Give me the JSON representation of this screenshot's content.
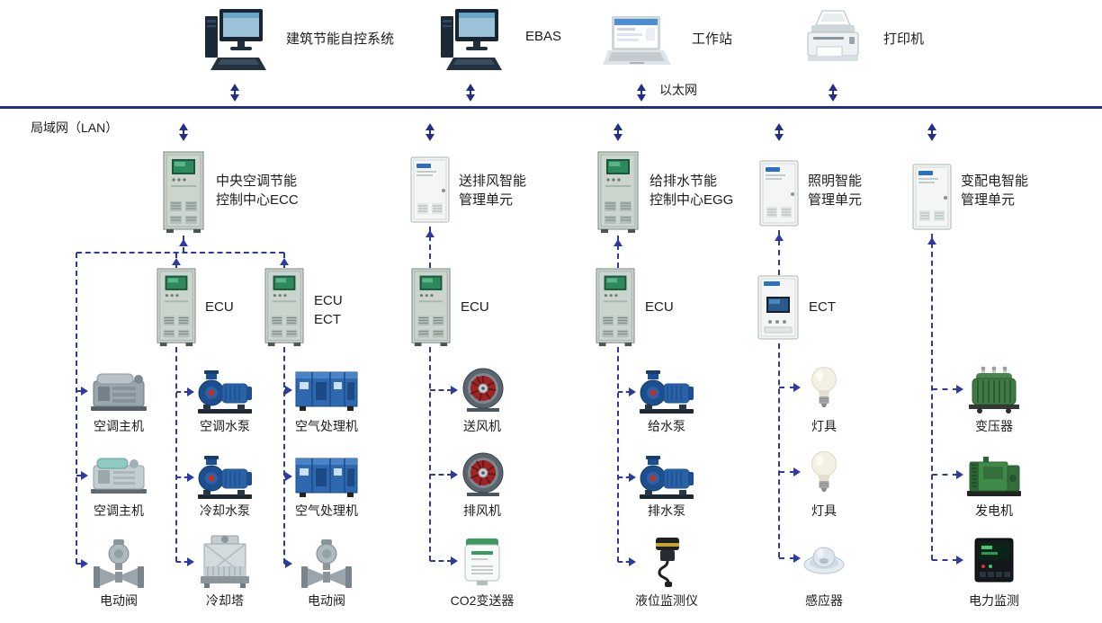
{
  "colors": {
    "lan_line": "#232e8c",
    "dashed_line": "#2d3aa0",
    "arrow": "#232e8c",
    "text": "#1c1c1c"
  },
  "network": {
    "lan_label": "局域网（LAN）",
    "ethernet_label": "以太网"
  },
  "top_devices": [
    {
      "label": "建筑节能自控系统",
      "icon": "desktop-computer-icon"
    },
    {
      "label": "EBAS",
      "icon": "desktop-computer-icon"
    },
    {
      "label": "工作站",
      "icon": "laptop-icon"
    },
    {
      "label": "打印机",
      "icon": "printer-icon"
    }
  ],
  "cabinets": [
    {
      "line1": "中央空调节能",
      "line2": "控制中心ECC",
      "icon": "control-cabinet-icon"
    },
    {
      "line1": "送排风智能",
      "line2": "管理单元",
      "icon": "wall-enclosure-icon"
    },
    {
      "line1": "给排水节能",
      "line2": "控制中心EGG",
      "icon": "control-cabinet-icon"
    },
    {
      "line1": "照明智能",
      "line2": "管理单元",
      "icon": "wall-enclosure-icon"
    },
    {
      "line1": "变配电智能",
      "line2": "管理单元",
      "icon": "wall-enclosure-icon"
    }
  ],
  "controllers": [
    {
      "line1": "ECU",
      "line2": "",
      "icon": "control-cabinet-icon"
    },
    {
      "line1": "ECU",
      "line2": "ECT",
      "icon": "control-cabinet-icon"
    },
    {
      "line1": "ECU",
      "line2": "",
      "icon": "control-cabinet-icon"
    },
    {
      "line1": "ECU",
      "line2": "",
      "icon": "control-cabinet-icon"
    },
    {
      "line1": "ECT",
      "line2": "",
      "icon": "wall-enclosure-screen-icon"
    }
  ],
  "equipment_columns": [
    {
      "items": [
        {
          "label": "空调主机",
          "icon": "chiller-icon"
        },
        {
          "label": "空调主机",
          "icon": "chiller-icon"
        },
        {
          "label": "电动阀",
          "icon": "motor-valve-icon"
        }
      ]
    },
    {
      "items": [
        {
          "label": "空调水泵",
          "icon": "water-pump-icon"
        },
        {
          "label": "冷却水泵",
          "icon": "water-pump-icon"
        },
        {
          "label": "冷却塔",
          "icon": "cooling-tower-icon"
        }
      ]
    },
    {
      "items": [
        {
          "label": "空气处理机",
          "icon": "air-handler-icon"
        },
        {
          "label": "空气处理机",
          "icon": "air-handler-icon"
        },
        {
          "label": "电动阀",
          "icon": "motor-valve-icon"
        }
      ]
    },
    {
      "items": [
        {
          "label": "送风机",
          "icon": "fan-icon"
        },
        {
          "label": "排风机",
          "icon": "fan-icon"
        },
        {
          "label": "CO2变送器",
          "icon": "co2-transmitter-icon"
        }
      ]
    },
    {
      "items": [
        {
          "label": "给水泵",
          "icon": "water-pump-icon"
        },
        {
          "label": "排水泵",
          "icon": "water-pump-icon"
        },
        {
          "label": "液位监测仪",
          "icon": "level-monitor-icon"
        }
      ]
    },
    {
      "items": [
        {
          "label": "灯具",
          "icon": "light-bulb-icon"
        },
        {
          "label": "灯具",
          "icon": "light-bulb-icon"
        },
        {
          "label": "感应器",
          "icon": "dome-sensor-icon"
        }
      ]
    },
    {
      "items": [
        {
          "label": "变压器",
          "icon": "transformer-icon"
        },
        {
          "label": "发电机",
          "icon": "generator-icon"
        },
        {
          "label": "电力监测",
          "icon": "power-monitor-icon"
        }
      ]
    }
  ]
}
